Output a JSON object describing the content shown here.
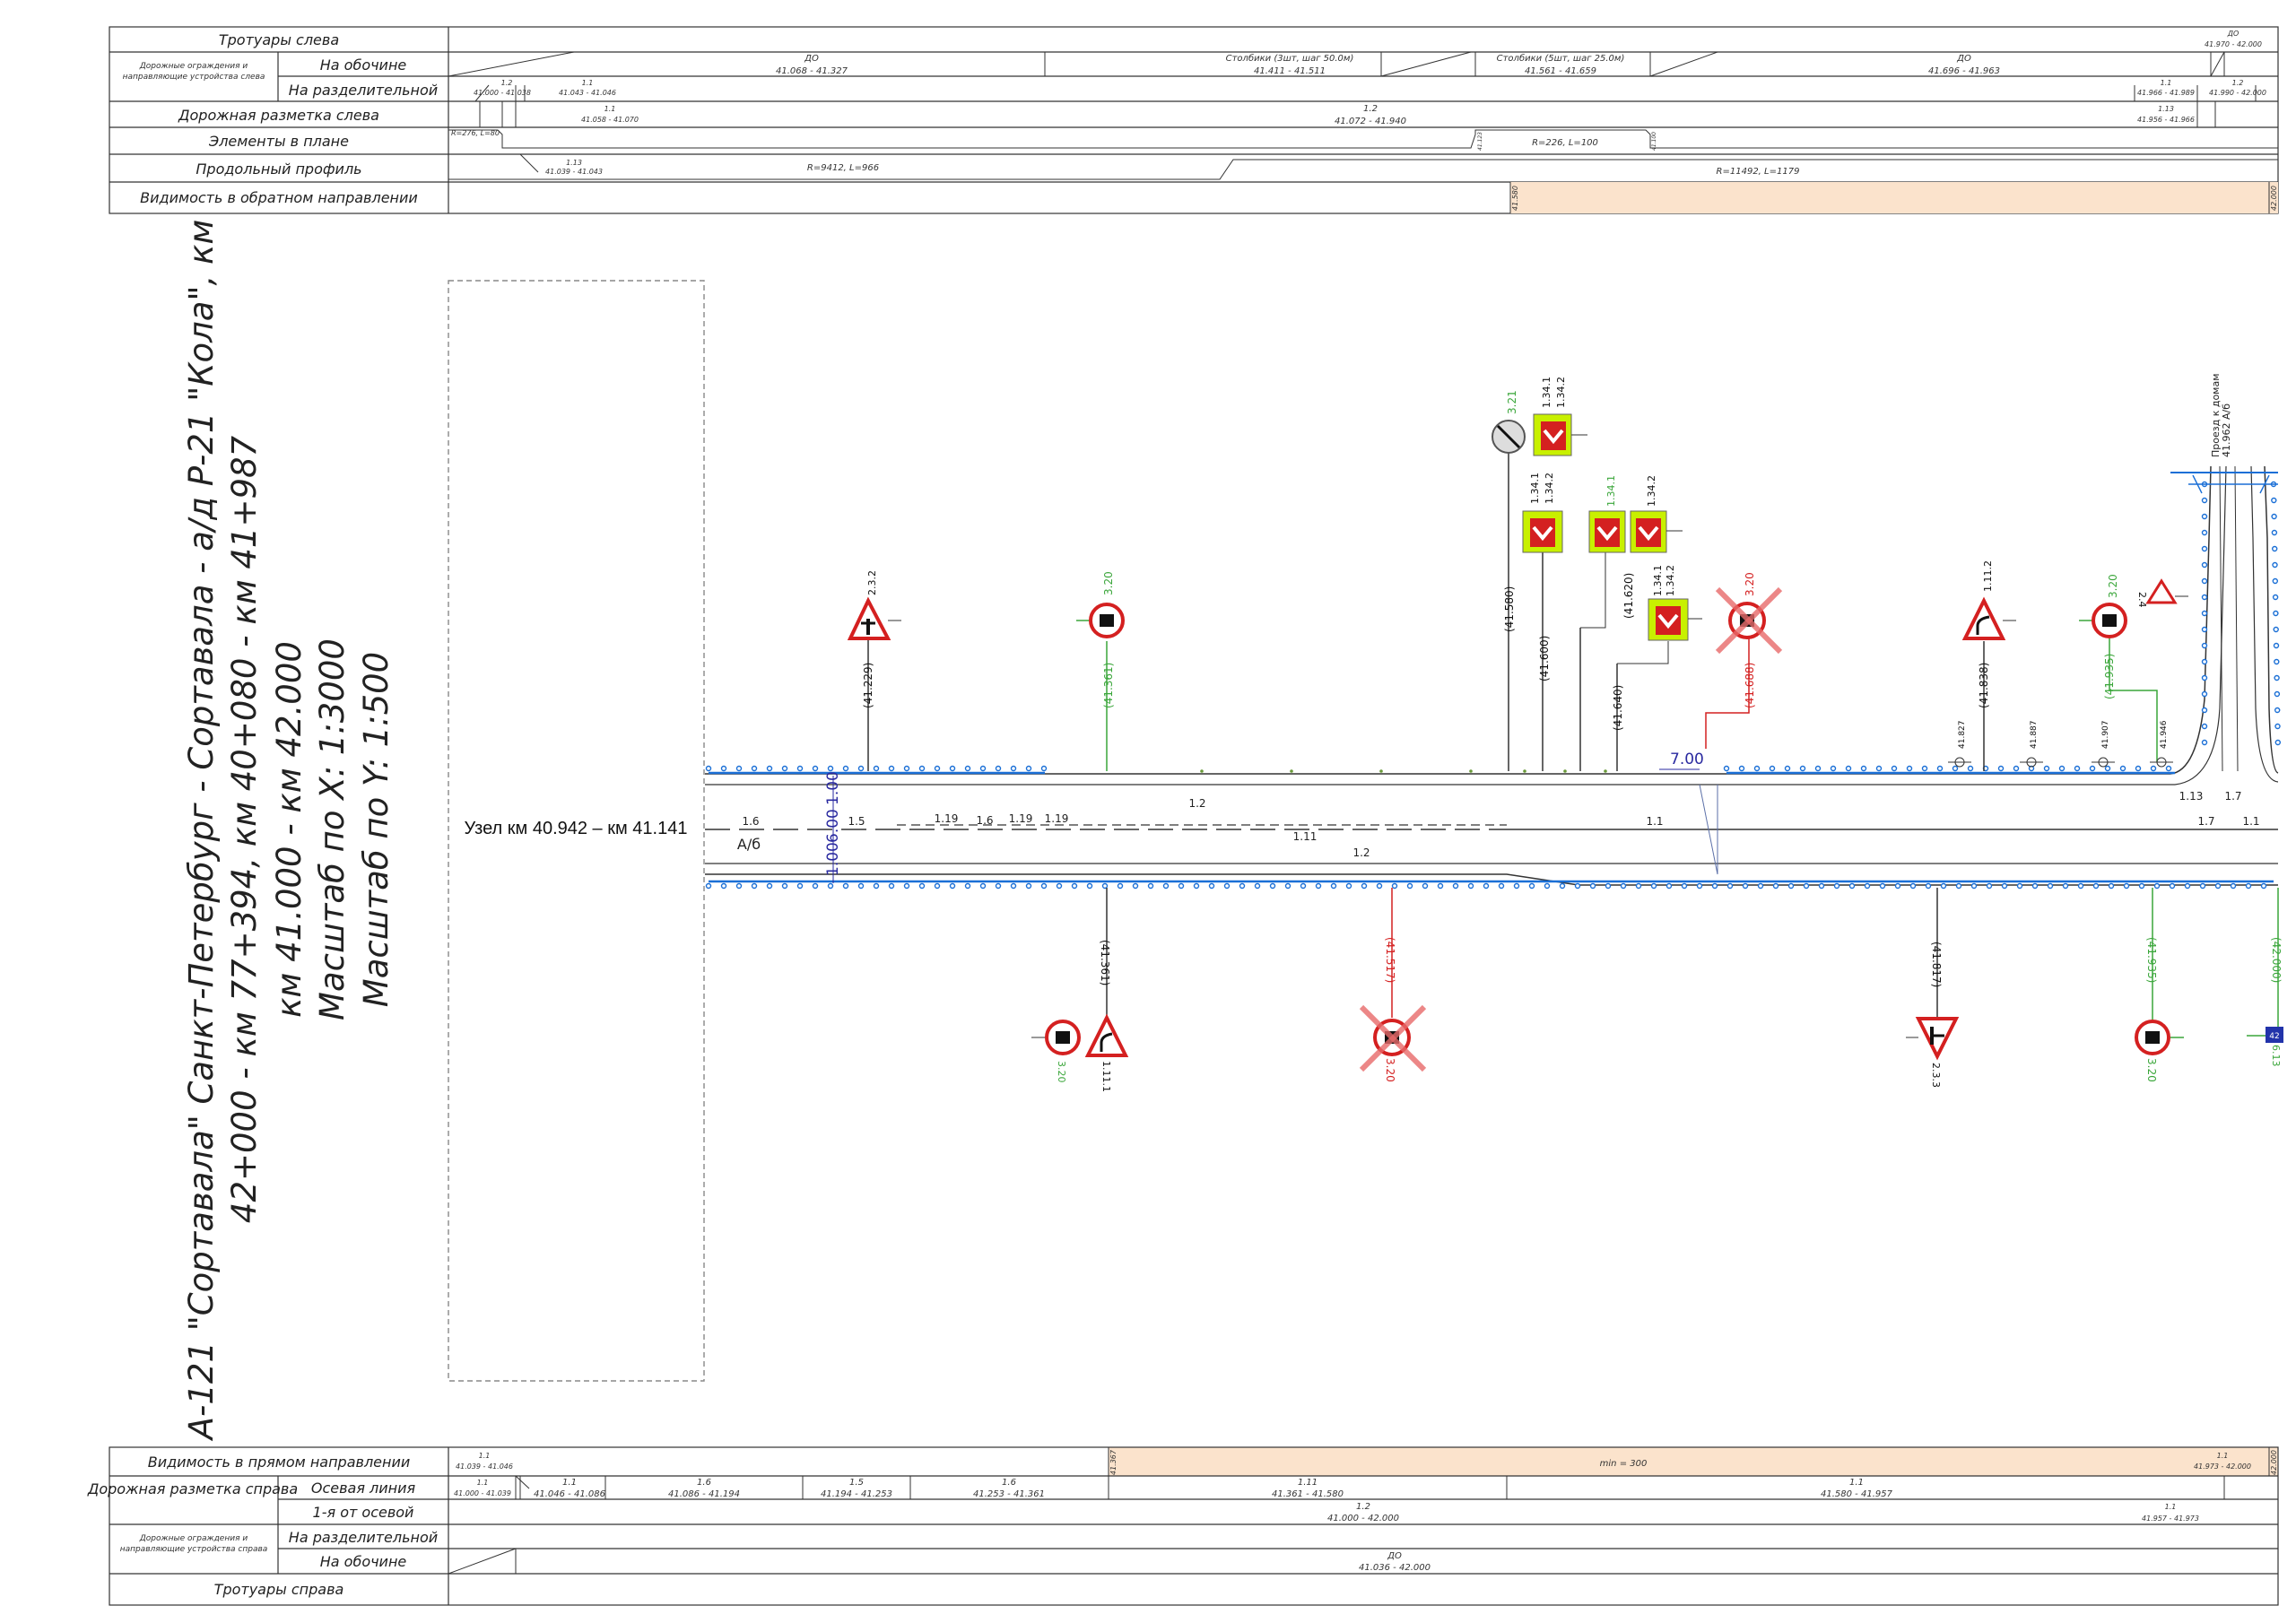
{
  "title": {
    "line1": "А-121 \"Сортавала\" Санкт-Петербург - Сортавала - а/д Р-21 \"Кола\", км",
    "line2": "42+000 - км 77+394, км 40+080 - км 41+987",
    "line3": "км 41.000 - км 42.000",
    "line4": "Масштаб по X: 1:3000",
    "line5": "Масштаб по Y: 1:500"
  },
  "node_label": "Узел км 40.942 – км 41.141",
  "top_table": {
    "rows": {
      "sidewalks_left": "Тротуары слева",
      "guard_group": "Дорожные ограждения и направляющие устройства слева",
      "guard_shoulder": "На обочине",
      "guard_median": "На разделительной",
      "marking_left": "Дорожная разметка слева",
      "plan": "Элементы в плане",
      "profile": "Продольный профиль",
      "visibility_back": "Видимость в обратном направлении"
    },
    "cells": {
      "do1_t": "ДО",
      "do1_r": "41.068 - 41.327",
      "posts1_t": "Столбики (3шт, шаг 50.0м)",
      "posts1_r": "41.411 - 41.511",
      "posts2_t": "Столбики (5шт, шаг 25.0м)",
      "posts2_r": "41.561 - 41.659",
      "do2_t": "ДО",
      "do2_r": "41.696 - 41.963",
      "do3_t": "ДО",
      "do3_r": "41.970 - 42.000",
      "m1_t": "1.2",
      "m1_r": "41.000 - 41.038",
      "m2_t": "1.1",
      "m2_r": "41.043 - 41.046",
      "m3_t": "1.1",
      "m3_r": "41.966 - 41.989",
      "m4_t": "1.2",
      "m4_r": "41.990 - 42.000",
      "ml1_t": "1.1",
      "ml1_r": "41.058 - 41.070",
      "ml2_t": "1.2",
      "ml2_r": "41.072 - 41.940",
      "ml3_t": "1.13",
      "ml3_r": "41.956 - 41.966",
      "plan1": "R=276, L=80",
      "plan2": "R=226, L=100",
      "plan_s1": "41.123",
      "plan_s2": "41.100",
      "prof1_t": "1.13",
      "prof1_r": "41.039 - 41.043",
      "prof2": "R=9412, L=966",
      "prof3": "R=11492, L=1179",
      "vis_s": "41.580",
      "vis_e": "42.000"
    }
  },
  "bottom_table": {
    "rows": {
      "visibility_fwd": "Видимость в прямом направлении",
      "marking_right": "Дорожная разметка справа",
      "axis": "Осевая линия",
      "first_axis": "1-я от осевой",
      "guard_group": "Дорожные ограждения и направляющие устройства справа",
      "guard_median": "На разделительной",
      "guard_shoulder": "На обочине",
      "sidewalks_right": "Тротуары справа"
    },
    "cells": {
      "v1_t": "1.1",
      "v1_r": "41.039 - 41.046",
      "v_min": "min = 300",
      "v_s": "41.367",
      "v_e": "42.000",
      "v2_t": "1.1",
      "v2_r": "41.973 - 42.000",
      "a1_t": "1.1",
      "a1_r": "41.000 - 41.039",
      "a2_t": "1.1",
      "a2_r": "41.046 - 41.086",
      "a3_t": "1.6",
      "a3_r": "41.086 - 41.194",
      "a4_t": "1.5",
      "a4_r": "41.194 - 41.253",
      "a5_t": "1.6",
      "a5_r": "41.253 - 41.361",
      "a6_t": "1.11",
      "a6_r": "41.361 - 41.580",
      "a7_t": "1.1",
      "a7_r": "41.580 - 41.957",
      "f1_t": "1.2",
      "f1_r": "41.000 - 42.000",
      "f2_t": "1.1",
      "f2_r": "41.957 - 41.973",
      "g1_t": "ДО",
      "g1_r": "41.036 - 42.000"
    }
  },
  "road": {
    "w1": "1.00",
    "w2": "6.00",
    "w3": "1.00",
    "w4": "7.00",
    "ab": "А/б",
    "mk": {
      "m16a": "1.6",
      "m15": "1.5",
      "m119a": "1.19",
      "m16b": "1.6",
      "m119b": "1.19",
      "m119c": "1.19",
      "m12top": "1.2",
      "m111": "1.11",
      "m12bot": "1.2",
      "m11": "1.1",
      "m17a": "1.7",
      "m11b": "1.1",
      "m113": "1.13",
      "m17b": "1.7"
    },
    "side_road": "Проезд к домам 41.962 А/б"
  },
  "signs_top": {
    "s1": {
      "code": "2.3.2",
      "km": "(41.229)"
    },
    "s2": {
      "code": "3.20",
      "km": "(41.361)"
    },
    "s3": {
      "code": "3.21",
      "km": "(41.580)"
    },
    "s4": {
      "codeA": "1.34.1",
      "codeB": "1.34.2",
      "km": "(41.600)"
    },
    "s5": {
      "codeA": "1.34.1",
      "codeB": "1.34.2",
      "km": "(41.620)"
    },
    "s6": {
      "codeA": "1.34.1",
      "codeB": "1.34.2",
      "km": "(41.640)"
    },
    "s7": {
      "code": "3.20",
      "km": "(41.688)"
    },
    "s8": {
      "code": "1.11.2",
      "km": "(41.838)"
    },
    "s9": {
      "code": "3.20",
      "km": "(41.935)"
    },
    "s10": {
      "code": "2.4"
    },
    "p1": "41.827",
    "p2": "41.887",
    "p3": "41.907",
    "p4": "41.946"
  },
  "signs_bot": {
    "b1": {
      "codeA": "3.20",
      "codeB": "1.11.1",
      "km": "(41.361)"
    },
    "b2": {
      "code": "3.20",
      "km": "(41.517)"
    },
    "b3": {
      "code": "2.3.3",
      "km": "(41.817)"
    },
    "b4": {
      "code": "3.20",
      "km": "(41.935)"
    },
    "b5": {
      "code": "6.13",
      "km": "(42.000)",
      "plate": "42"
    }
  },
  "colors": {
    "accent_blue": "#1a6fd6",
    "sign_red": "#d42020",
    "green": "#3aa63a",
    "visibility_fill": "#fbe3cc",
    "sign_yellow": "#c8f000"
  }
}
